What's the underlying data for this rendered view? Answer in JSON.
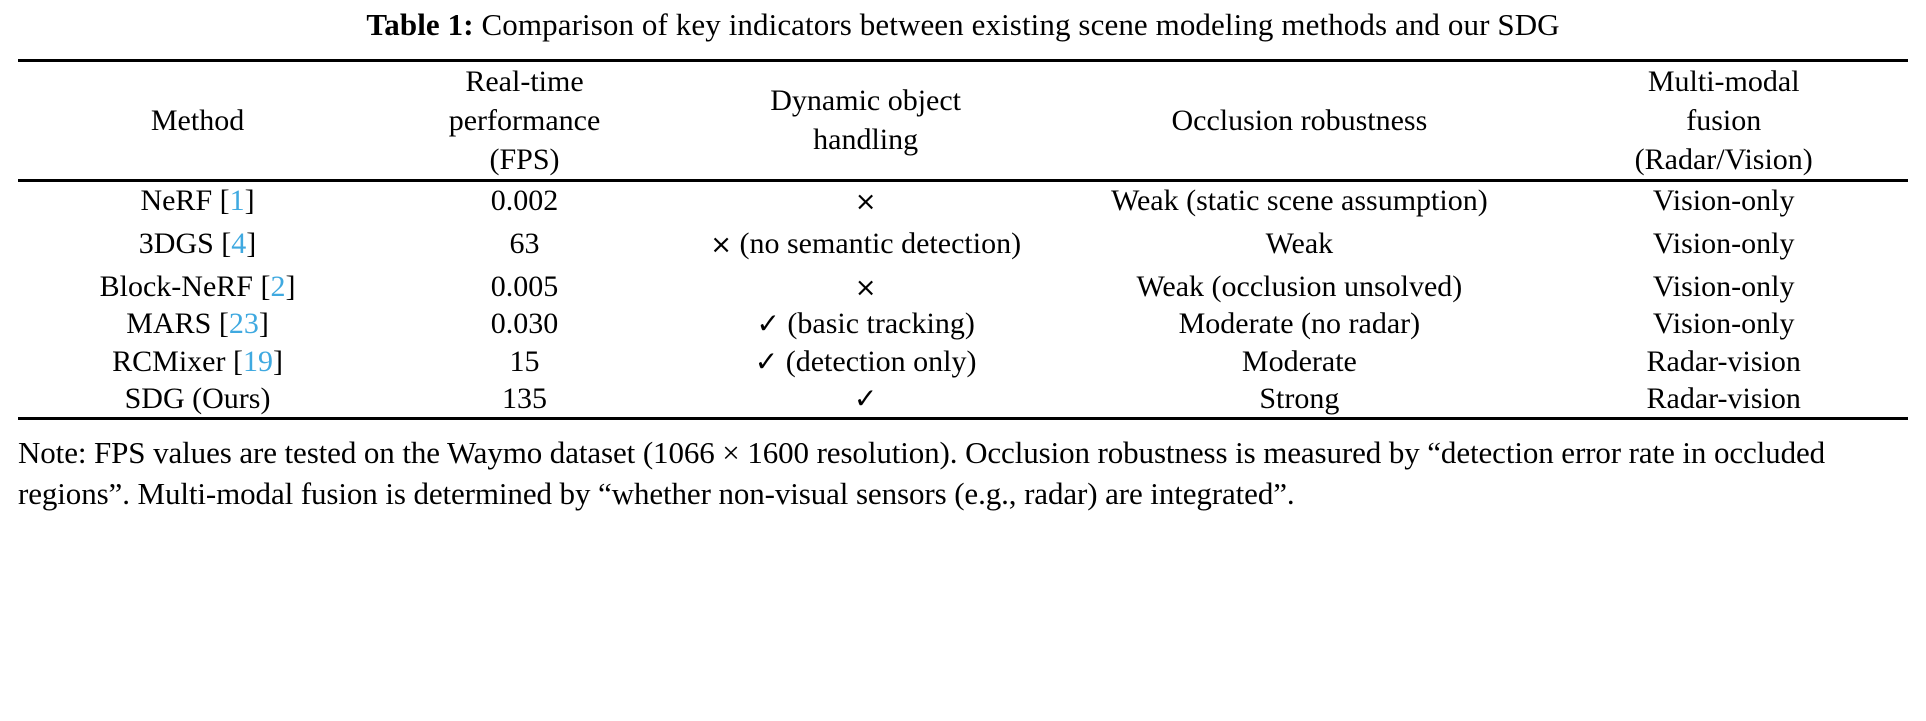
{
  "caption": {
    "label": "Table 1:",
    "text": "Comparison of key indicators between existing scene modeling methods and our SDG"
  },
  "table": {
    "headers": [
      {
        "lines": [
          "Method"
        ]
      },
      {
        "lines": [
          "Real-time",
          "performance",
          "(FPS)"
        ]
      },
      {
        "lines": [
          "Dynamic object",
          "handling"
        ]
      },
      {
        "lines": [
          "Occlusion robustness"
        ]
      },
      {
        "lines": [
          "Multi-modal",
          "fusion",
          "(Radar/Vision)"
        ]
      }
    ],
    "rows": [
      {
        "method_name": "NeRF",
        "method_cite": "1",
        "fps": "0.002",
        "dynamic_mark": "×",
        "dynamic_text": "",
        "occlusion": "Weak (static scene assumption)",
        "fusion": "Vision-only"
      },
      {
        "method_name": "3DGS",
        "method_cite": "4",
        "fps": "63",
        "dynamic_mark": "×",
        "dynamic_text": "(no semantic detection)",
        "occlusion": "Weak",
        "fusion": "Vision-only"
      },
      {
        "method_name": "Block-NeRF",
        "method_cite": "2",
        "fps": "0.005",
        "dynamic_mark": "×",
        "dynamic_text": "",
        "occlusion": "Weak (occlusion unsolved)",
        "fusion": "Vision-only"
      },
      {
        "method_name": "MARS",
        "method_cite": "23",
        "fps": "0.030",
        "dynamic_mark": "✓",
        "dynamic_text": "(basic tracking)",
        "occlusion": "Moderate (no radar)",
        "fusion": "Vision-only"
      },
      {
        "method_name": "RCMixer",
        "method_cite": "19",
        "fps": "15",
        "dynamic_mark": "✓",
        "dynamic_text": "(detection only)",
        "occlusion": "Moderate",
        "fusion": "Radar-vision"
      },
      {
        "method_name": "SDG (Ours)",
        "method_cite": "",
        "fps": "135",
        "dynamic_mark": "✓",
        "dynamic_text": "",
        "occlusion": "Strong",
        "fusion": "Radar-vision"
      }
    ]
  },
  "note": {
    "text": "Note: FPS values are tested on the Waymo dataset (1066 × 1600 resolution). Occlusion robustness is measured by “detection error rate in occluded regions”. Multi-modal fusion is determined by “whether non-visual sensors (e.g., radar) are integrated”."
  },
  "colors": {
    "citation_link": "#3fa9e0",
    "rule": "#000000",
    "text": "#000000",
    "background": "#ffffff"
  }
}
